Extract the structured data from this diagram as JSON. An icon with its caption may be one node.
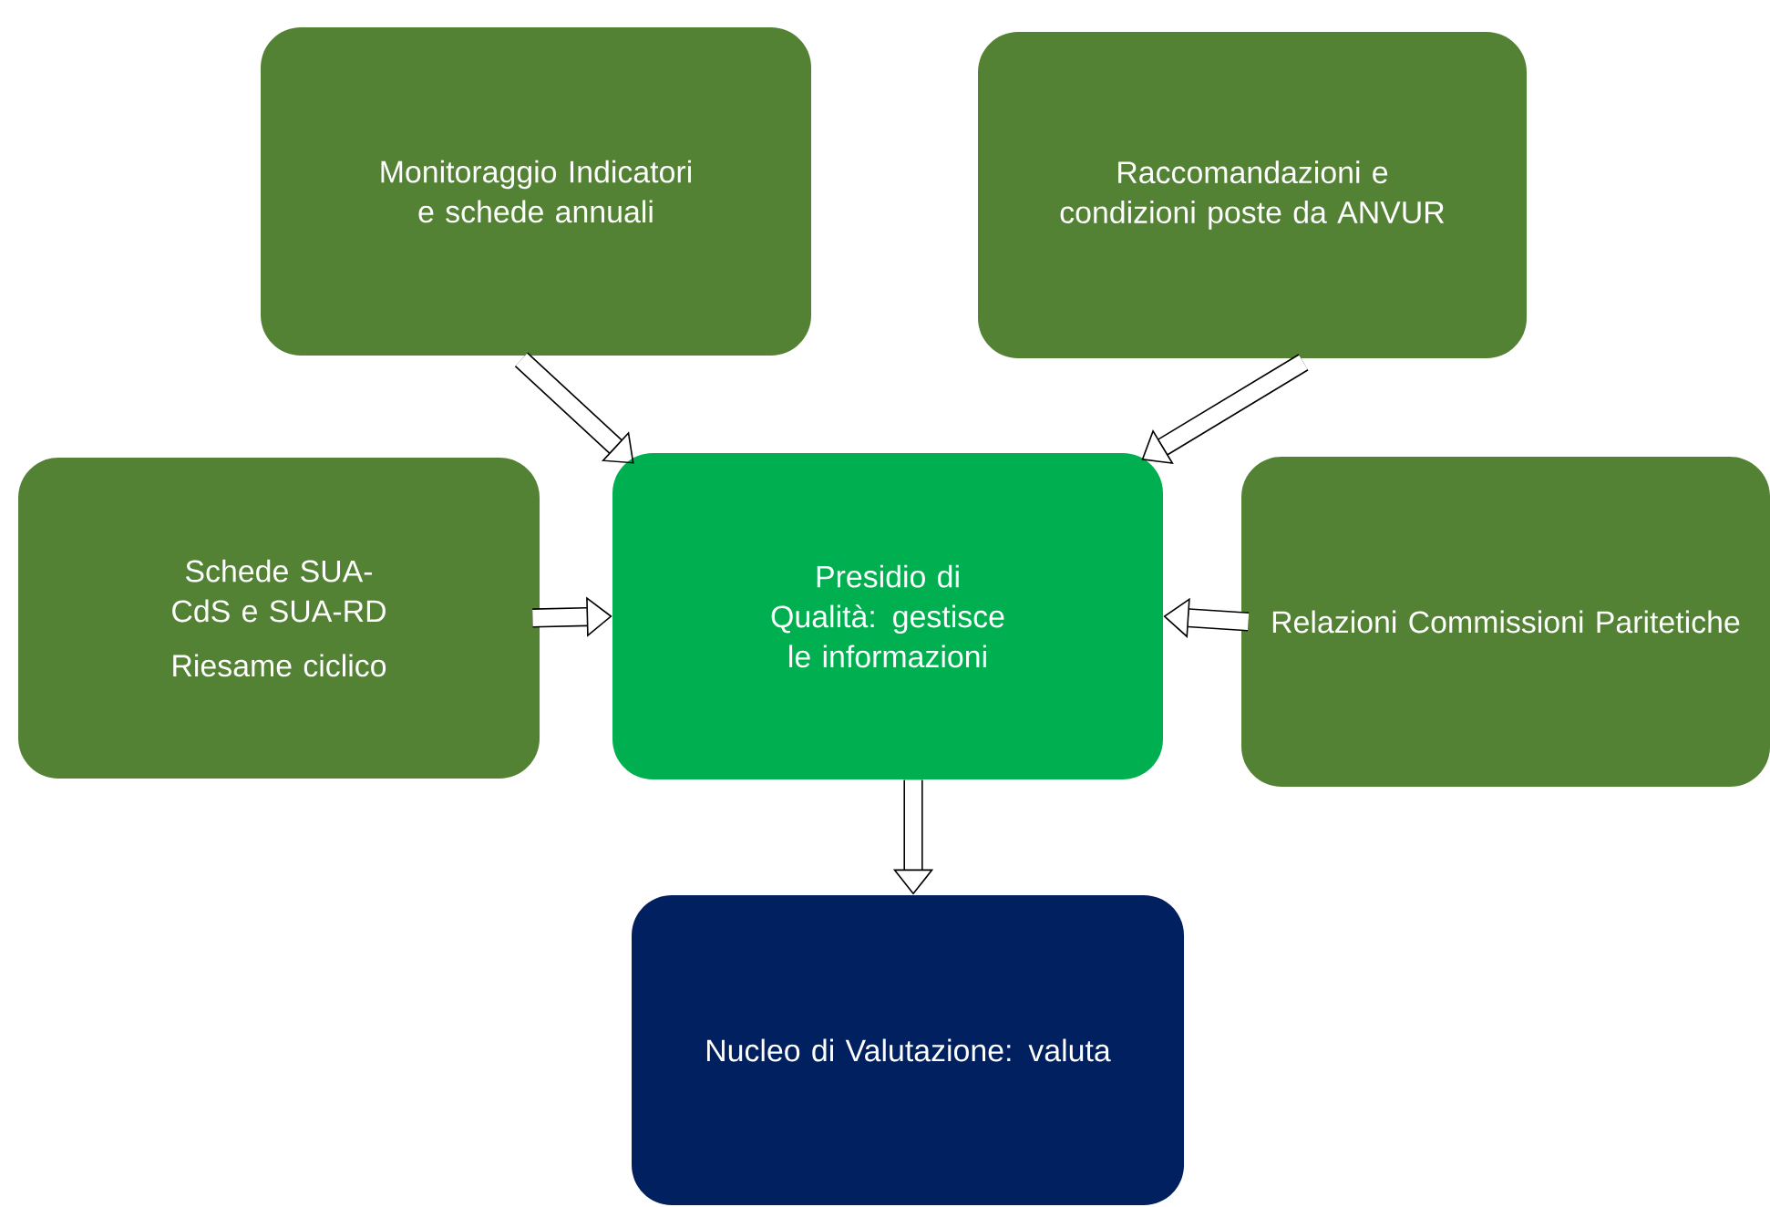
{
  "diagram": {
    "nodes": [
      {
        "text": [
          "Monitoraggio Indicatori e schede annuali"
        ]
      },
      {
        "text": [
          "Raccomandazioni e condizioni poste da ANVUR"
        ]
      },
      {
        "text": [
          "Schede SUA-CdS e SUA-RD",
          "Riesame ciclico"
        ]
      },
      {
        "text": [
          "Presidio di Qualità: gestisce le informazioni"
        ]
      },
      {
        "text": [
          "Relazioni Commissioni Paritetiche"
        ]
      },
      {
        "text": [
          "Nucleo di Valutazione: valuta"
        ]
      }
    ],
    "edges": [
      {
        "from": 0,
        "to": 3,
        "arrow": "to"
      },
      {
        "from": 1,
        "to": 3,
        "arrow": "to"
      },
      {
        "from": 2,
        "to": 3,
        "arrow": "to"
      },
      {
        "from": 4,
        "to": 3,
        "arrow": "to"
      },
      {
        "from": 3,
        "to": 5,
        "arrow": "to"
      }
    ]
  }
}
